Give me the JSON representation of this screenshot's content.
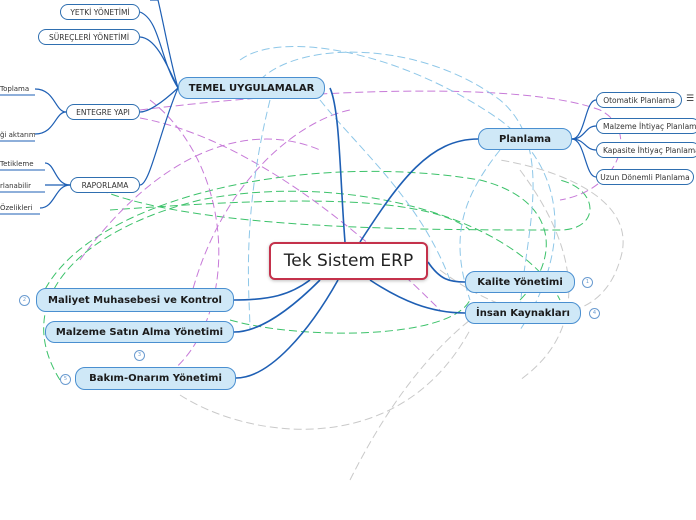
{
  "central": {
    "label": "Tek Sistem ERP"
  },
  "branches": {
    "temel": "TEMEL UYGULAMALAR",
    "planlama": "Planlama",
    "kalite": "Kalite Yönetimi",
    "insan": "İnsan Kaynakları",
    "maliyet": "Maliyet Muhasebesi ve Kontrol",
    "malzeme": "Malzeme Satın Alma Yönetimi",
    "bakim": "Bakım-Onarım Yönetimi"
  },
  "temel_children": {
    "yetki": "YETKİ YÖNETİMİ",
    "surec": "SÜREÇLERİ YÖNETİMİ",
    "entegre": "ENTEGRE YAPI",
    "raporlama": "RAPORLAMA"
  },
  "entegre_children": [
    "Toplama",
    "ği aktarımı"
  ],
  "raporlama_children": [
    "Tetikleme",
    "rlanabilir",
    "Özelikleri"
  ],
  "planlama_children": [
    "Otomatik Planlama",
    "Malzeme İhtiyaç Planlaması",
    "Kapasite İhtiyaç Planlaması",
    "Uzun Dönemli Planlama"
  ],
  "badges": {
    "kalite": "1",
    "insan": "4",
    "maliyet": "2",
    "malzeme": "3",
    "bakim": "5"
  },
  "colors": {
    "main_link": "#1e5fb4",
    "central_border": "#c4314b",
    "main_fill": "#cfe8f7",
    "rel_green": "#3cc26a",
    "rel_purple": "#c77ad8",
    "rel_blue": "#8ec7e8",
    "rel_gray": "#c9c9c9"
  },
  "icons": {
    "menu": "hamburger-menu-icon"
  }
}
